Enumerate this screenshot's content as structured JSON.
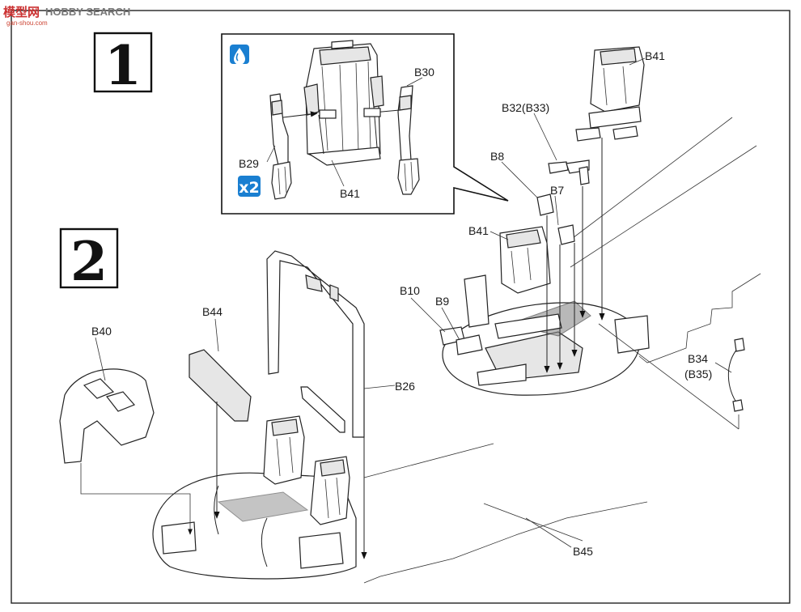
{
  "watermark": {
    "brand_cn": "模型网",
    "brand_en": "HOBBY SEARCH",
    "site": "gan-shou.com"
  },
  "steps": [
    {
      "number": "1"
    },
    {
      "number": "2"
    }
  ],
  "callout": {
    "icons": [
      {
        "name": "cement-drop-icon",
        "text": "",
        "color": "#1a7fd1"
      },
      {
        "name": "make-two-icon",
        "text": "x2",
        "color": "#1a7fd1"
      }
    ],
    "labels": [
      "B30",
      "B29",
      "B41"
    ]
  },
  "step1_labels": [
    "B41",
    "B32(B33)",
    "B8",
    "B7",
    "B41",
    "B10",
    "B9",
    "B34",
    "(B35)"
  ],
  "step2_labels": [
    "B44",
    "B40",
    "B26",
    "B45"
  ]
}
